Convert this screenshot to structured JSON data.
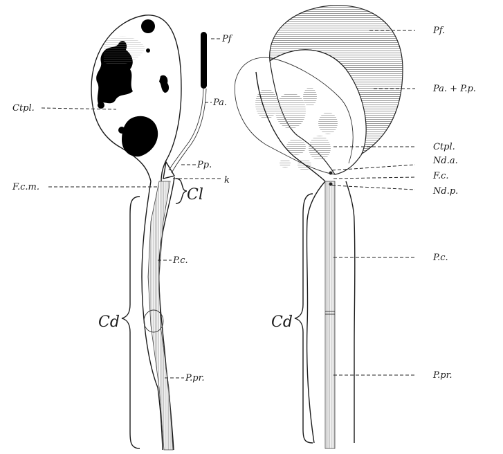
{
  "left_figure": {
    "labels": {
      "pf": "Pf",
      "pa": "Pa.",
      "ctpl": "Ctpl.",
      "pp": "Pp.",
      "k": "k",
      "fcm": "F.c.m.",
      "cl": "Cl",
      "pc": "P.c.",
      "cd": "Cd",
      "ppr": "P.pr."
    }
  },
  "right_figure": {
    "labels": {
      "pf": "Pf.",
      "pa_pp": "Pa. + P.p.",
      "ctpl": "Ctpl.",
      "nda": "Nd.a.",
      "fc": "F.c.",
      "ndp": "Nd.p.",
      "pc": "P.c.",
      "cd": "Cd",
      "ppr": "P.pr."
    }
  },
  "colors": {
    "ink": "#1a1a1a",
    "hatch": "#9a9a9a",
    "spot": "#000000"
  }
}
